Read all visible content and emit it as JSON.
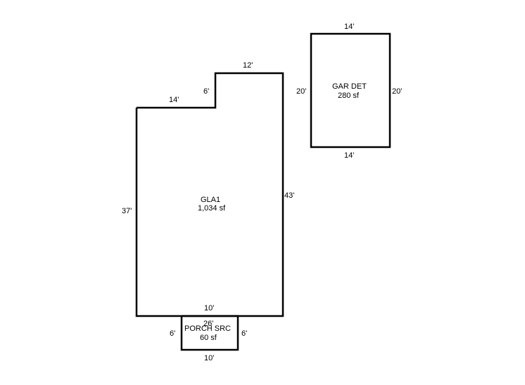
{
  "gla": {
    "name": "GLA1",
    "area": "1,034 sf",
    "dims": {
      "left": "37'",
      "top_left": "14'",
      "step": "6'",
      "top_right": "12'",
      "right": "43'",
      "bottom_inner": "10'",
      "bottom_overlap": "26'"
    }
  },
  "porch": {
    "name": "PORCH SRC",
    "area": "60 sf",
    "dims": {
      "left": "6'",
      "right": "6'",
      "bottom": "10'"
    }
  },
  "garage": {
    "name": "GAR DET",
    "area": "280 sf",
    "dims": {
      "top": "14'",
      "left": "20'",
      "right": "20'",
      "bottom": "14'"
    }
  }
}
